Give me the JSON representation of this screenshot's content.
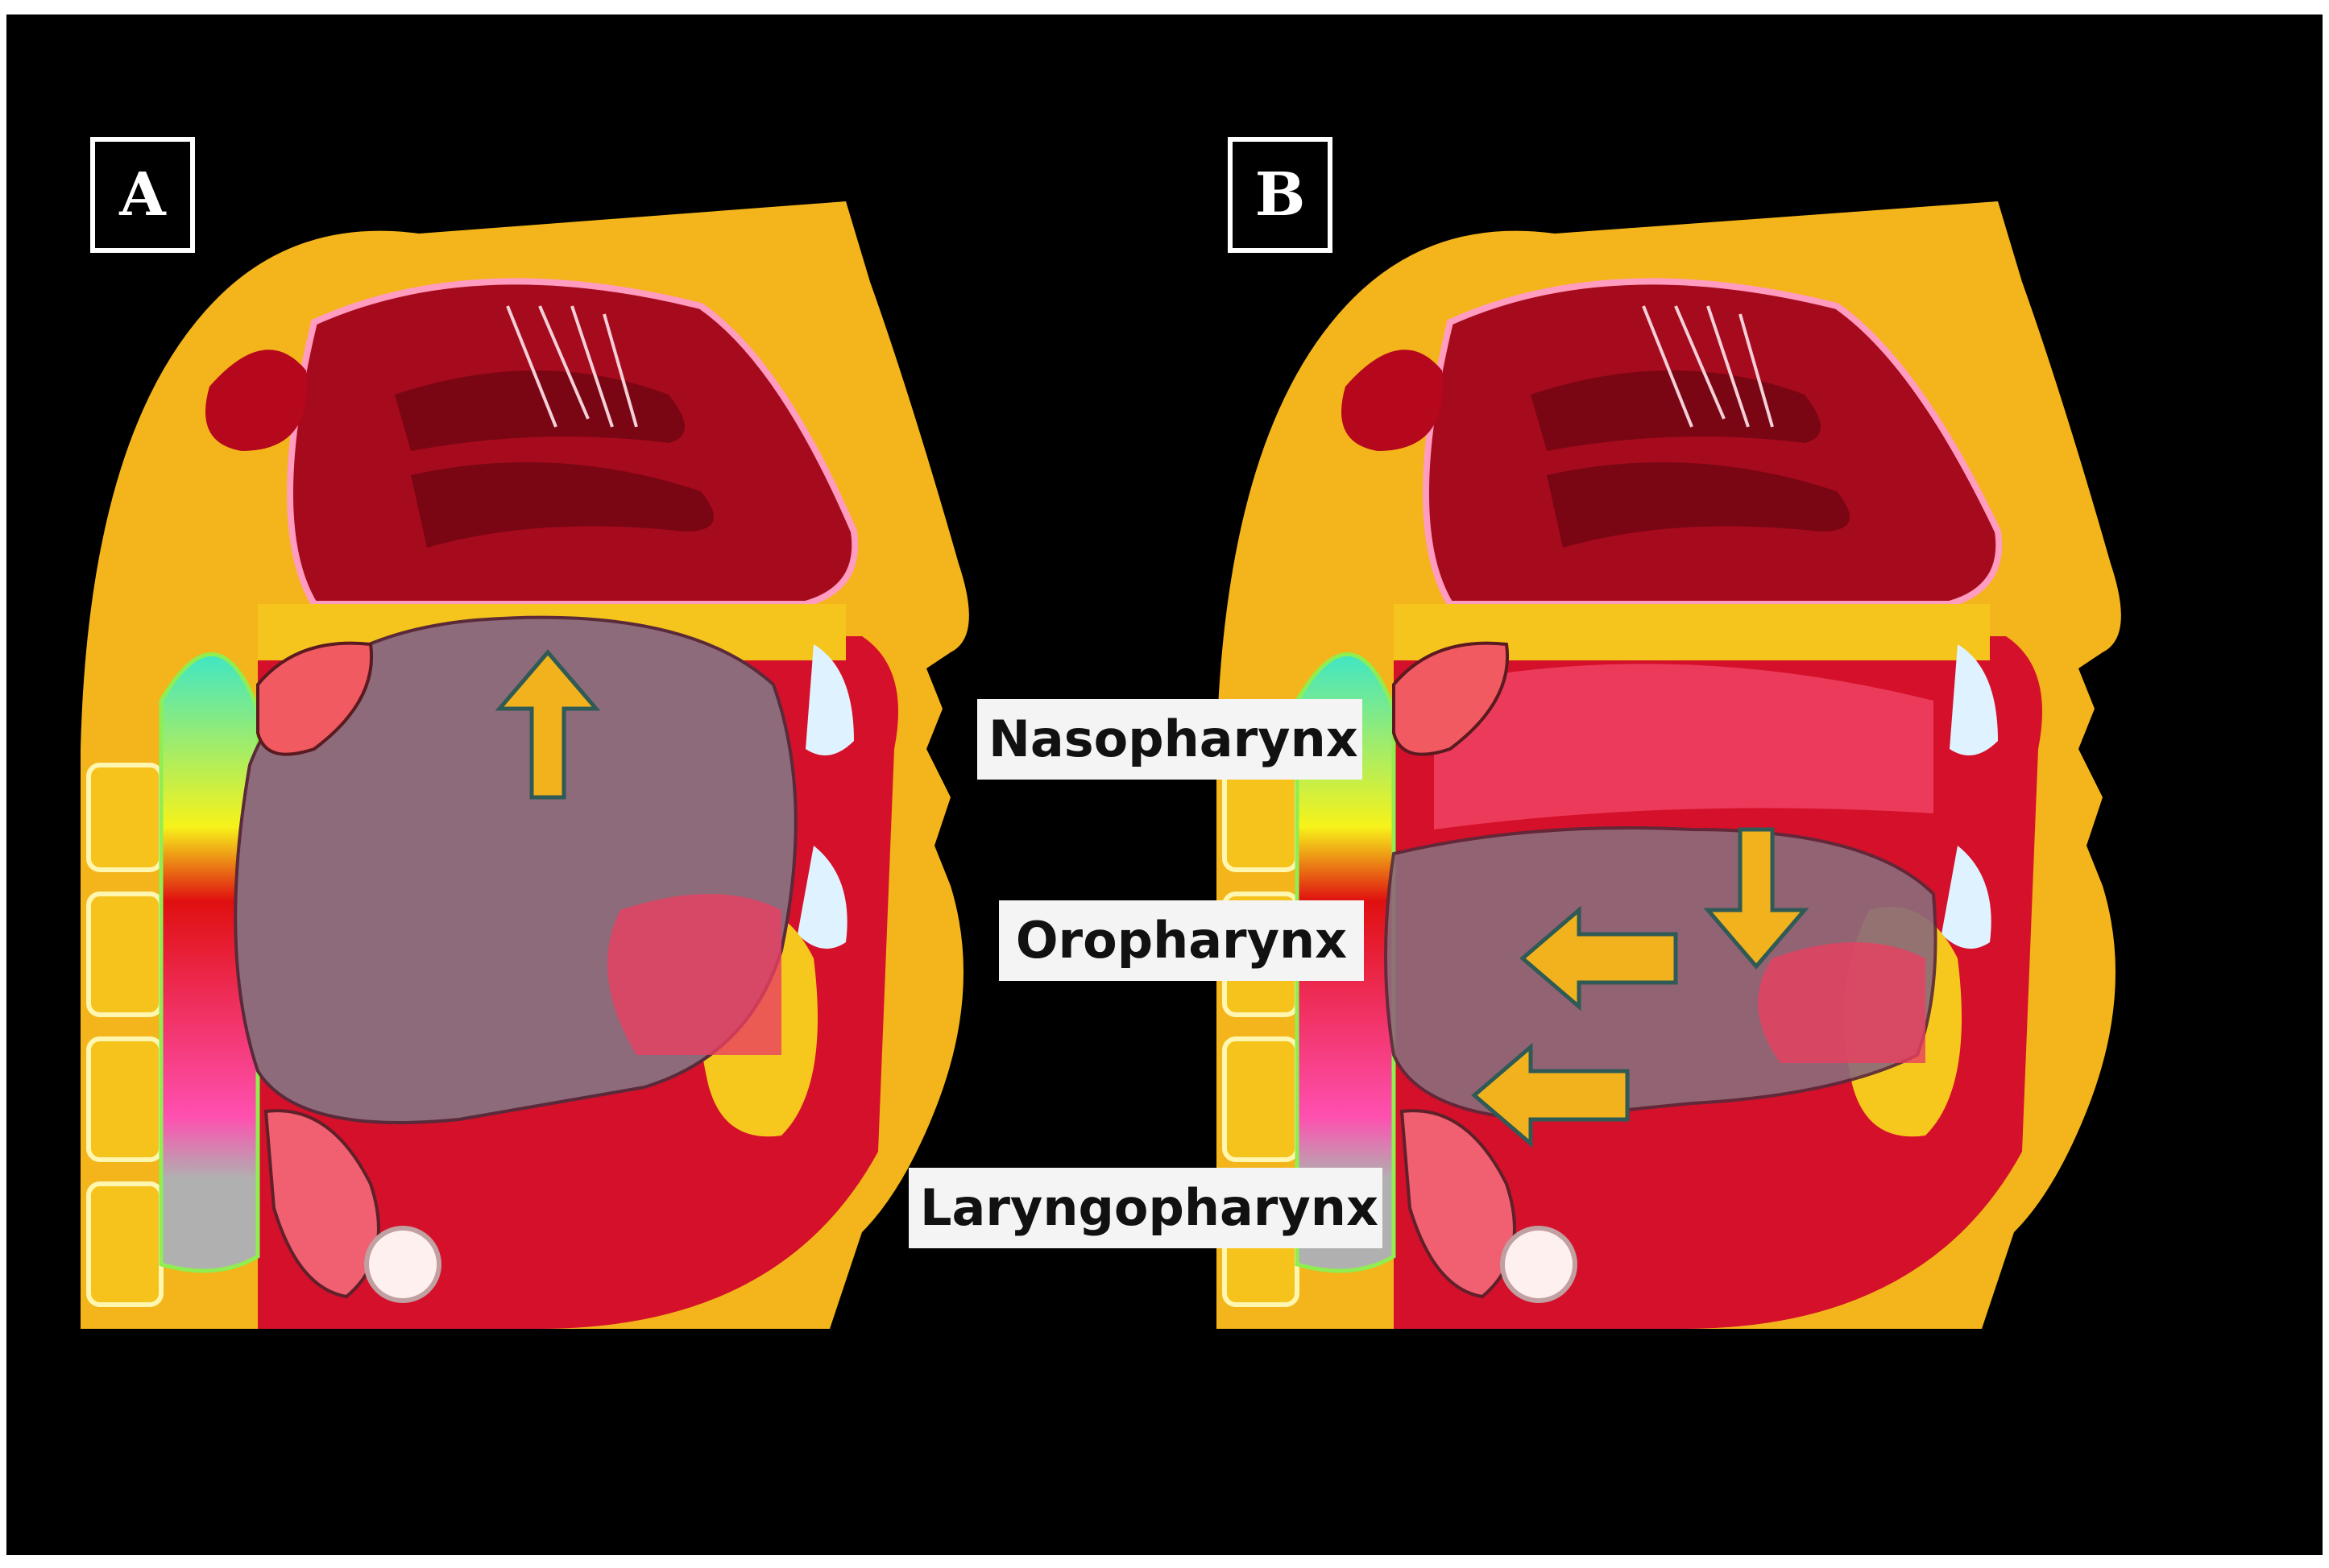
{
  "panels": [
    {
      "id": "A",
      "label": "A"
    },
    {
      "id": "B",
      "label": "B"
    }
  ],
  "regions": {
    "nasopharynx": "Nasopharynx",
    "oropharynx": "Oropharynx",
    "laryngopharynx": "Laryngopharynx"
  },
  "colors": {
    "background": "#000000",
    "bone": "#f6c31a",
    "tissue": "#d8132a",
    "nasal_cavity": "#a80a1e",
    "tongue_overlay": "#8c6a78",
    "arrow_fill": "#f2b21e",
    "airway_top": "#40e0c0",
    "airway_bottom": "#ff4fb0"
  }
}
